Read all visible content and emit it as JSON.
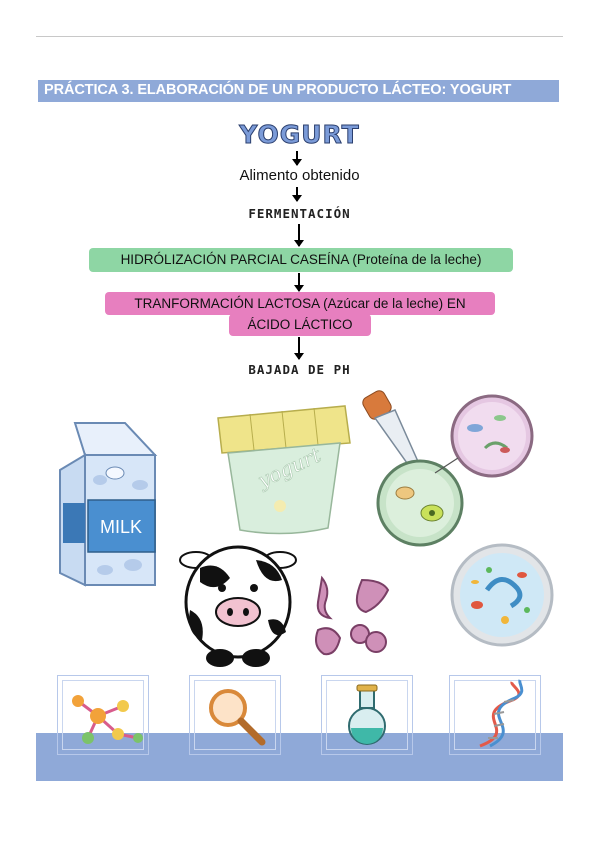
{
  "header": {
    "banner": "PRÁCTICA 3. ELABORACIÓN DE UN PRODUCTO LÁCTEO: YOGURT"
  },
  "flow": {
    "title": "YOGURT",
    "step1": "Alimento obtenido",
    "step2": "FERMENTACIÓN",
    "step3": "HIDRÓLIZACIÓN PARCIAL CASEÍNA (Proteína de la leche)",
    "step4_line1": "TRANFORMACIÓN LACTOSA (Azúcar de la leche) EN",
    "step4_line2": "ÁCIDO LÁCTICO",
    "step5": "BAJADA DE PH"
  },
  "illustrations": {
    "milk_label": "MILK",
    "yogurt_label": "yogurt"
  },
  "footer_icons": [
    "molecule-icon",
    "magnifier-icon",
    "flask-icon",
    "dna-icon"
  ],
  "colors": {
    "banner": "#8fa9d8",
    "green_box": "#8ed6a4",
    "pink_box": "#e77fbf",
    "title": "#7b9bd8"
  }
}
